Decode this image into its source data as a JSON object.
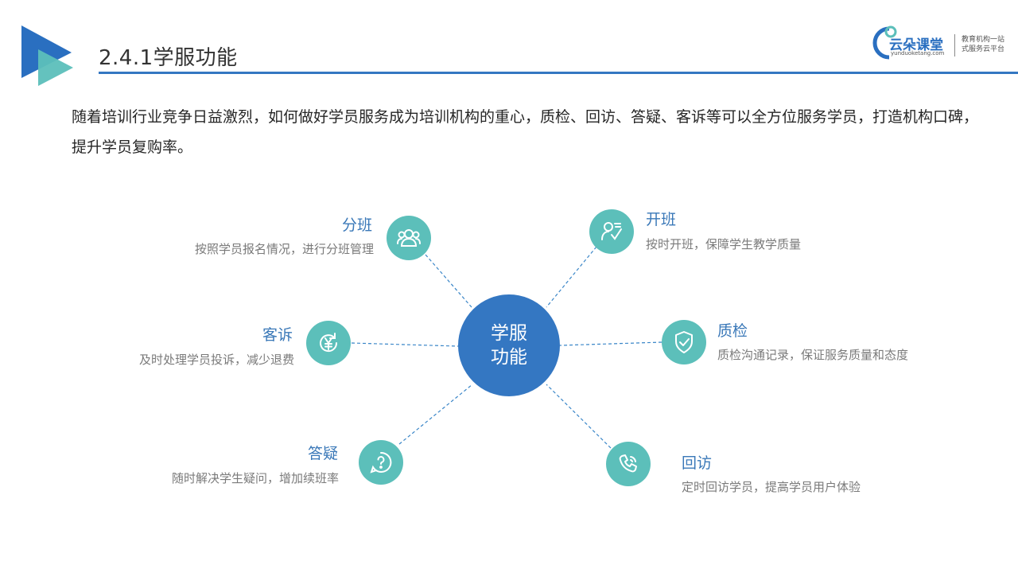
{
  "header": {
    "title": "2.4.1学服功能",
    "accent_color": "#3477c2",
    "logo_colors": [
      "#2a6fc0",
      "#5cbfba"
    ]
  },
  "brand": {
    "name": "云朵课堂",
    "url": "yunduoketang.com",
    "slogan_line1": "教育机构一站",
    "slogan_line2": "式服务云平台"
  },
  "intro": {
    "text": "随着培训行业竞争日益激烈，如何做好学员服务成为培训机构的重心，质检、回访、答疑、客诉等可以全方位服务学员，打造机构口碑，提升学员复购率。"
  },
  "diagram": {
    "center": {
      "line1": "学服",
      "line2": "功能"
    },
    "node_color": "#5cbfba",
    "center_color": "#3477c2",
    "nodes": [
      {
        "id": "fenban",
        "title": "分班",
        "desc": "按照学员报名情况，进行分班管理",
        "icon": "group-icon"
      },
      {
        "id": "kaiban",
        "title": "开班",
        "desc": "按时开班，保障学生教学质量",
        "icon": "user-check-icon"
      },
      {
        "id": "kesu",
        "title": "客诉",
        "desc": "及时处理学员投诉，减少退费",
        "icon": "refund-icon"
      },
      {
        "id": "zhijian",
        "title": "质检",
        "desc": "质检沟通记录，保证服务质量和态度",
        "icon": "shield-check-icon"
      },
      {
        "id": "dayi",
        "title": "答疑",
        "desc": "随时解决学生疑问，增加续班率",
        "icon": "question-bubble-icon"
      },
      {
        "id": "huifang",
        "title": "回访",
        "desc": "定时回访学员，提高学员用户体验",
        "icon": "phone-icon"
      }
    ]
  }
}
